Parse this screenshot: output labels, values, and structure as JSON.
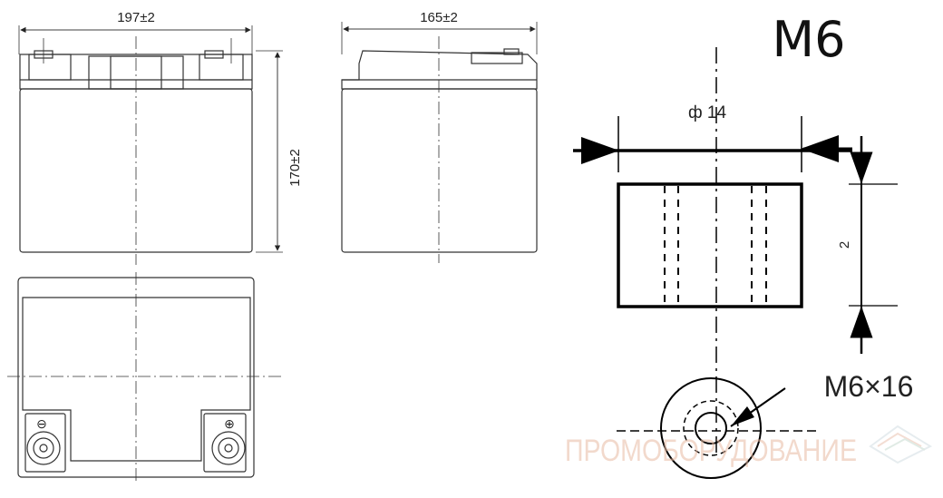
{
  "front_view": {
    "width_label": "197±2",
    "height_label": "170±2"
  },
  "side_view": {
    "depth_label": "165±2"
  },
  "top_view": {
    "terminal_neg_symbol": "⊖",
    "terminal_pos_symbol": "⊕"
  },
  "terminal_detail": {
    "title": "M6",
    "diameter_label": "ф 14",
    "height_label": "2",
    "bolt_label": "M6×16"
  },
  "watermark": {
    "text": "ПРОМОБОРУДОВАНИЕ",
    "color": "#e8b9a3"
  }
}
